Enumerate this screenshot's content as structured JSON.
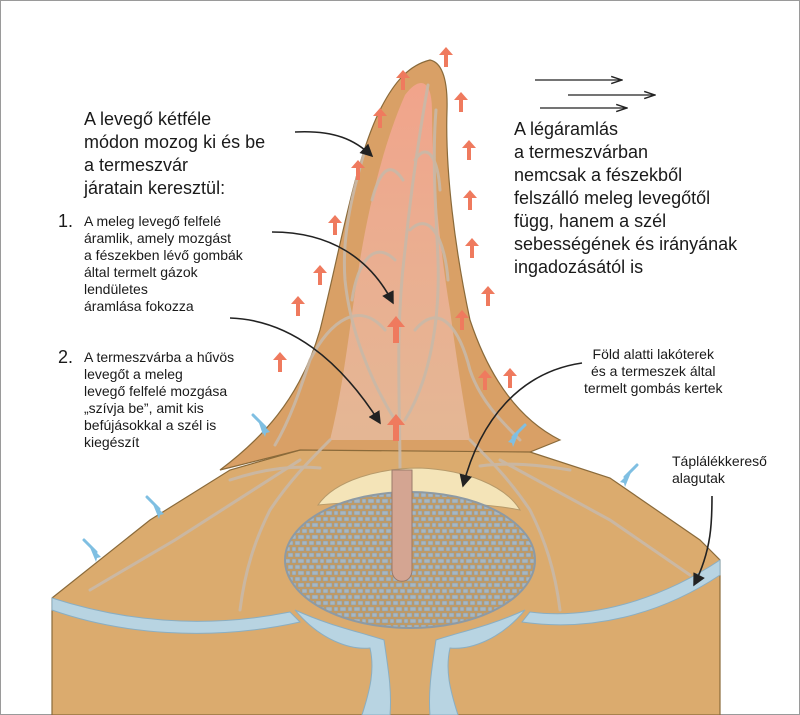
{
  "intro": "A levegő kétféle\nmódon mozog ki és be\na termeszvár\njáratain keresztül:",
  "items": [
    {
      "num": "1.",
      "text": "A meleg levegő felfelé\náramlik, amely mozgást\na fészekben lévő gombák\náltal termelt gázok\nlendületes\náramlása fokozza"
    },
    {
      "num": "2.",
      "text": "A termeszvárba a hűvös\nlevegőt a meleg\nlevegő felfelé mozgása\n„szívja be”, amit kis\nbefújásokkal a szél is\nkiegészít"
    }
  ],
  "wind_note": "A légáramlás\na termeszvárban\nnemcsak a fészekből\nfelszálló meleg levegőtől\nfügg, hanem a szél\nsebességének és irányának\ningadozásától is",
  "underground_label": "Föld alatti lakóterek\nés a termeszek által\ntermelt gombás kertek",
  "tunnels_label": "Táplálékkereső\nalagutak",
  "colors": {
    "soil": "#d8a86c",
    "mound": "#d9a066",
    "warm_air": "#f09a86",
    "cool_air": "#a8cde0",
    "fungus": "#f4e4b8",
    "arrow_warm": "#ef7a5e",
    "arrow_cool": "#7fbfe2"
  },
  "icons": [
    "wind-arrows-icon",
    "warm-air-arrow-icon",
    "cool-air-arrow-icon"
  ]
}
